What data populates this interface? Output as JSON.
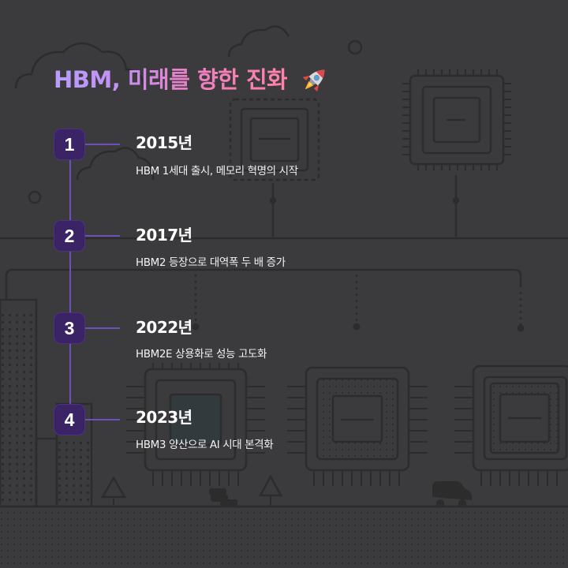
{
  "title": "HBM, 미래를 향한 진화",
  "title_icon": "rocket-icon",
  "accent_colors": {
    "title_gradient": [
      "#b79dff",
      "#ff82a8"
    ],
    "timeline": "#6f4fb8",
    "badge": "#3a2466"
  },
  "timeline": [
    {
      "number": "1",
      "year": "2015년",
      "description": "HBM 1세대 출시, 메모리 혁명의 시작"
    },
    {
      "number": "2",
      "year": "2017년",
      "description": "HBM2 등장으로 대역폭 두 배 증가"
    },
    {
      "number": "3",
      "year": "2022년",
      "description": "HBM2E 상용화로 성능 고도화"
    },
    {
      "number": "4",
      "year": "2023년",
      "description": "HBM3 양산으로 AI 시대 본격화"
    }
  ]
}
